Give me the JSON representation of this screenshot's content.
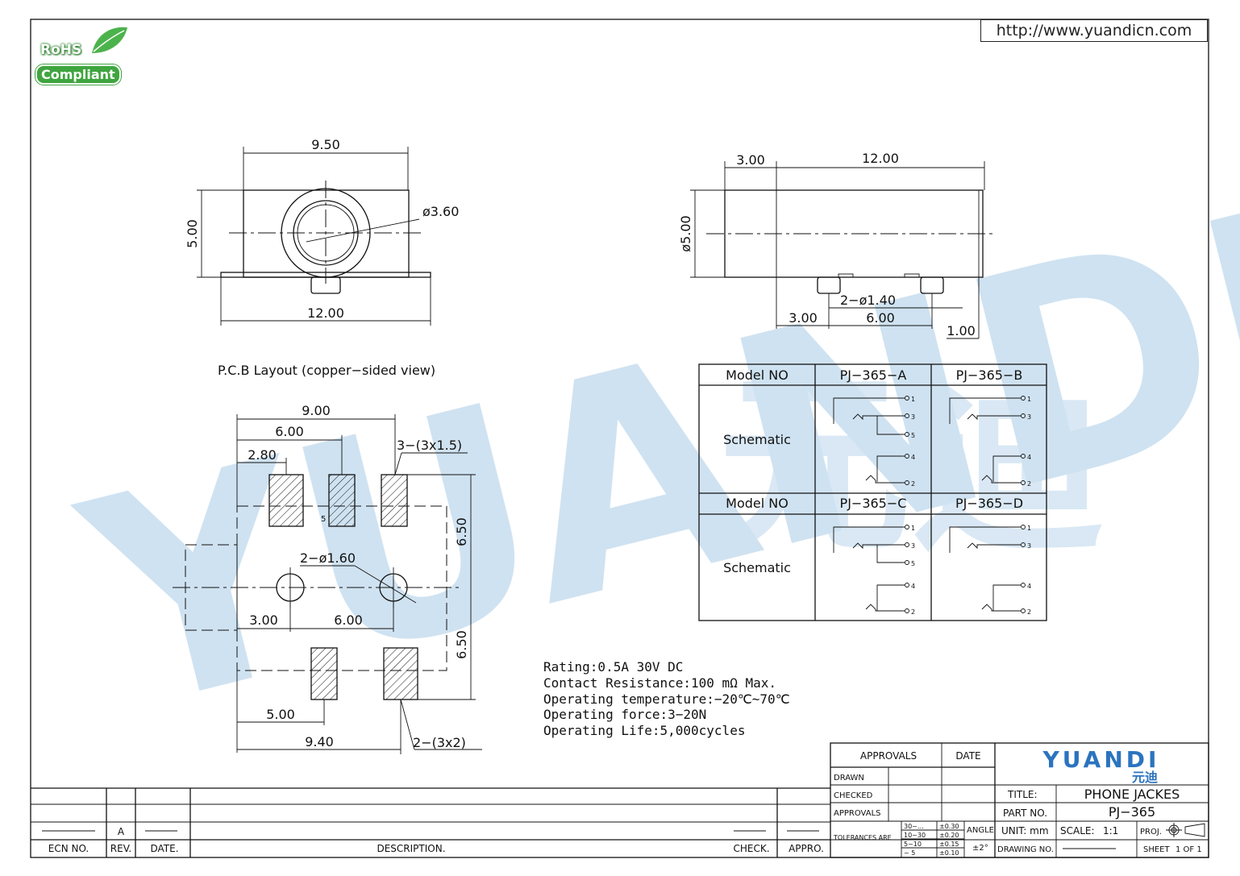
{
  "url": "http://www.yuandicn.com",
  "rohs": {
    "line1": "RoHS",
    "line2": "Compliant"
  },
  "watermark": {
    "brand": "YUANDI",
    "chinese": "元迪",
    "color": "#a9cbe6"
  },
  "front_view": {
    "top_width": "9.50",
    "height": "5.00",
    "diameter": "ø3.60",
    "base_width": "12.00"
  },
  "side_view": {
    "offset": "3.00",
    "length": "12.00",
    "diameter": "ø5.00",
    "pin_dia": "2−ø1.40",
    "pin_offset": "3.00",
    "pin_spacing": "6.00",
    "end_gap": "1.00"
  },
  "pcb": {
    "caption": "P.C.B Layout (copper−sided view)",
    "dim_total": "9.00",
    "dim_6": "6.00",
    "dim_280": "2.80",
    "pad_top": "3−(3x1.5)",
    "pad_label": "5",
    "dim_650_top": "6.50",
    "dim_650_bottom": "6.50",
    "hole": "2−ø1.60",
    "dim_300": "3.00",
    "dim_600": "6.00",
    "dim_500": "5.00",
    "dim_940": "9.40",
    "pad_bottom": "2−(3x2)"
  },
  "specs": [
    "Rating:0.5A 30V DC",
    "Contact Resistance:100 mΩ Max.",
    "Operating temperature:−20℃~70℃",
    "Operating force:3−20N",
    "Operating Life:5,000cycles"
  ],
  "model_table": {
    "header_model": "Model NO",
    "schematic": "Schematic",
    "models": [
      "PJ−365−A",
      "PJ−365−B",
      "PJ−365−C",
      "PJ−365−D"
    ],
    "pins": [
      "1",
      "3",
      "5",
      "4",
      "2"
    ]
  },
  "title_block": {
    "approvals": "APPROVALS",
    "date": "DATE",
    "drawn": "DRAWN",
    "checked": "CHECKED",
    "approvals2": "APPROVALS",
    "tolerances": "TOLERANCES ARE",
    "tol_rows": [
      {
        "range": "30~…",
        "tol": "±0.30"
      },
      {
        "range": "10~30",
        "tol": "±0.20"
      },
      {
        "range": "5~10",
        "tol": "±0.15"
      },
      {
        "range": "~ 5",
        "tol": "±0.10"
      }
    ],
    "angle": "ANGLE",
    "angle_tol": "±2°",
    "logo": "YUANDI",
    "logo_cn": "元迪",
    "title_label": "TITLE:",
    "title": "PHONE JACKES",
    "part_label": "PART NO.",
    "part": "PJ−365",
    "unit": "UNIT: mm",
    "scale_label": "SCALE:",
    "scale": "1:1",
    "proj": "PROJ.",
    "drawing_no": "DRAWING NO.",
    "sheet": "SHEET",
    "sheet_of": "1 OF 1"
  },
  "revision_block": {
    "ecn": "ECN NO.",
    "rev": "REV.",
    "date": "DATE.",
    "description": "DESCRIPTION.",
    "check": "CHECK.",
    "appro": "APPRO.",
    "rev_value": "A"
  }
}
